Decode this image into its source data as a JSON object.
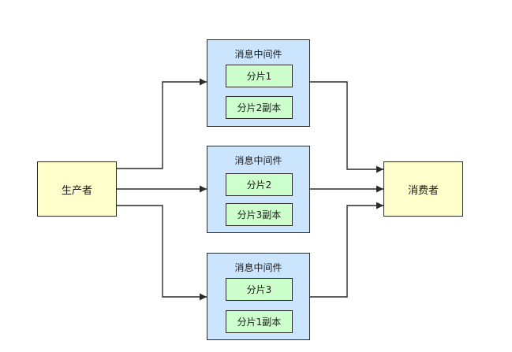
{
  "diagram": {
    "producer": {
      "label": "生产者"
    },
    "consumer": {
      "label": "消费者"
    },
    "brokers": [
      {
        "title": "消息中间件",
        "primary": "分片1",
        "replica": "分片2副本"
      },
      {
        "title": "消息中间件",
        "primary": "分片2",
        "replica": "分片3副本"
      },
      {
        "title": "消息中间件",
        "primary": "分片3",
        "replica": "分片1副本"
      }
    ]
  },
  "colors": {
    "endpoint_fill": "#ffffcc",
    "broker_fill": "#cce5ff",
    "shard_fill": "#ccffcc",
    "stroke": "#2a2a2a"
  }
}
